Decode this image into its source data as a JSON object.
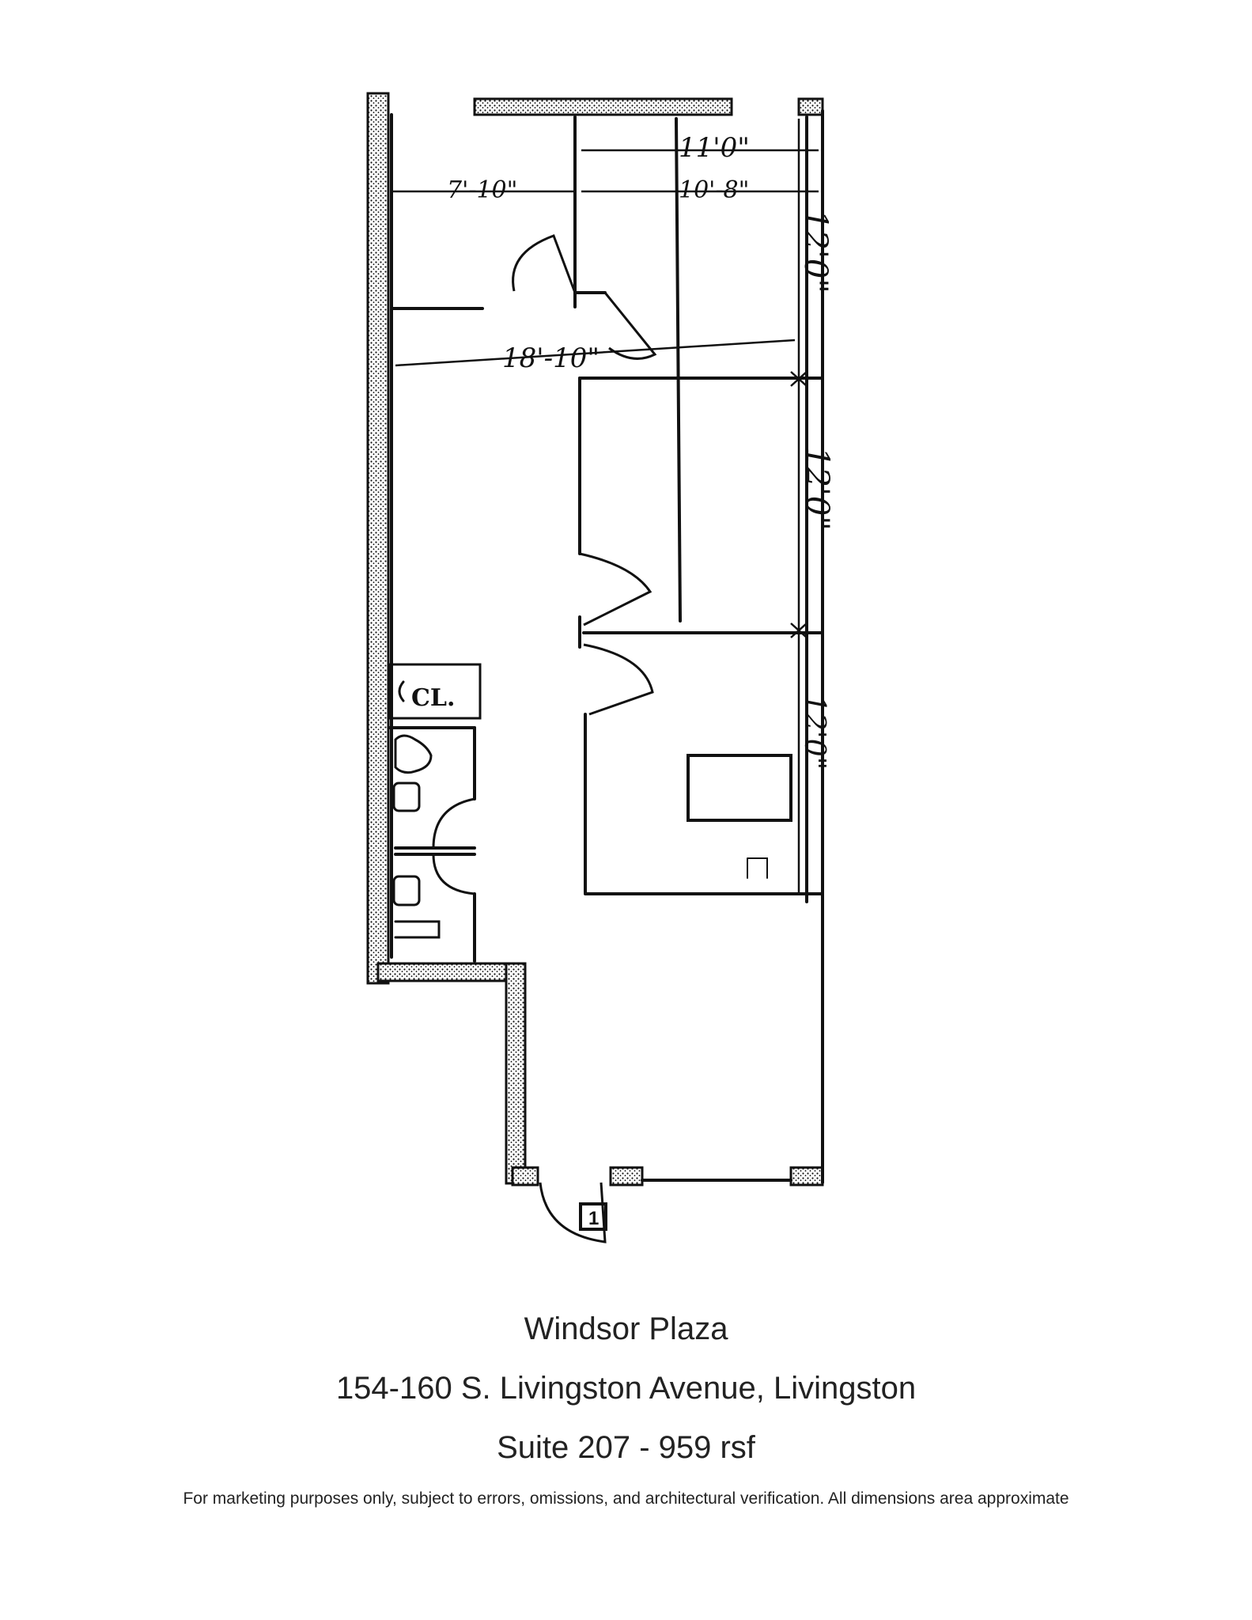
{
  "plan": {
    "dimensions": {
      "top_right_width": "11'0\"",
      "left_room_width": "7'-10\"",
      "mid_width": "10'-8\"",
      "upper_room_depth": "12'0\"",
      "overall_width": "18'-10\"",
      "middle_room_depth": "12'0\"",
      "lower_room_depth": "12'0\""
    },
    "labels": {
      "closet": "CL."
    },
    "markers": {
      "entry": "1"
    }
  },
  "caption": {
    "title": "Windsor Plaza",
    "address": "154-160 S. Livingston Avenue, Livingston",
    "suite": "Suite 207 - 959 rsf",
    "disclaimer": "For marketing purposes only, subject to errors, omissions, and architectural verification. All dimensions area approximate"
  }
}
